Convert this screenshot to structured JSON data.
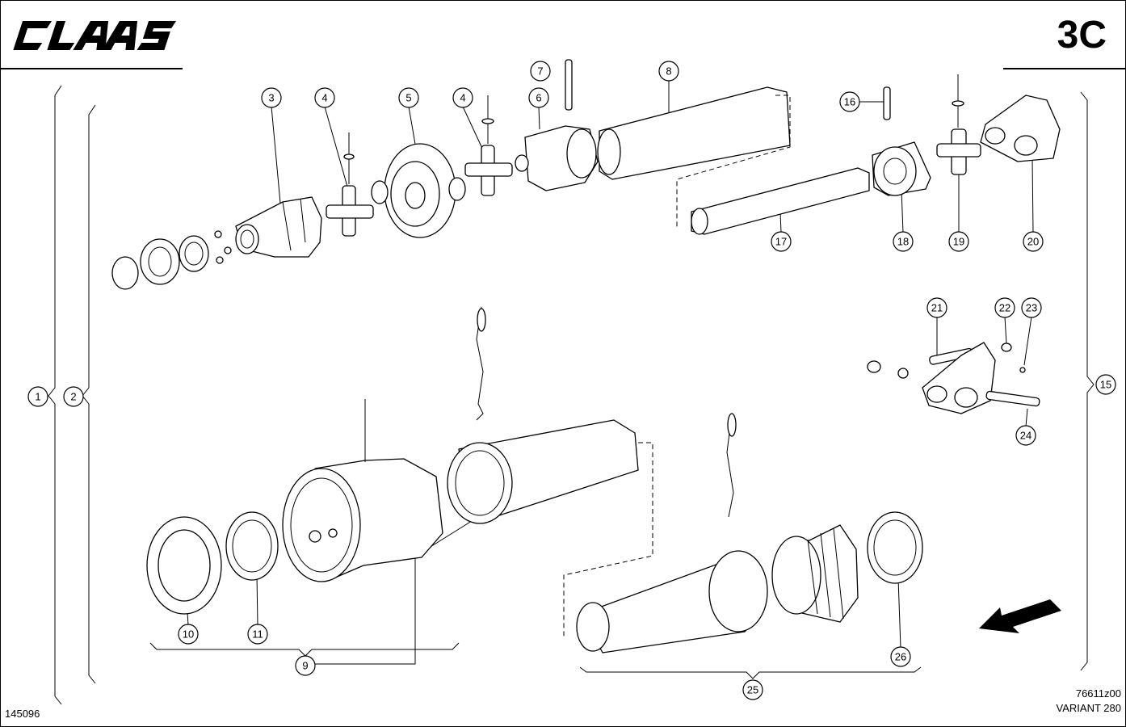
{
  "header": {
    "brand_logo_text": "CLAAS",
    "page_id": "3C"
  },
  "footer": {
    "drawing_number": "145096",
    "drawing_code": "76611z00",
    "variant": "VARIANT 280"
  },
  "callouts": [
    "1",
    "2",
    "3",
    "4",
    "4",
    "5",
    "6",
    "7",
    "8",
    "9",
    "10",
    "11",
    "15",
    "16",
    "17",
    "18",
    "19",
    "20",
    "21",
    "22",
    "23",
    "24",
    "25",
    "26"
  ],
  "icons": {
    "direction_arrow": "arrow-down-left-icon"
  }
}
